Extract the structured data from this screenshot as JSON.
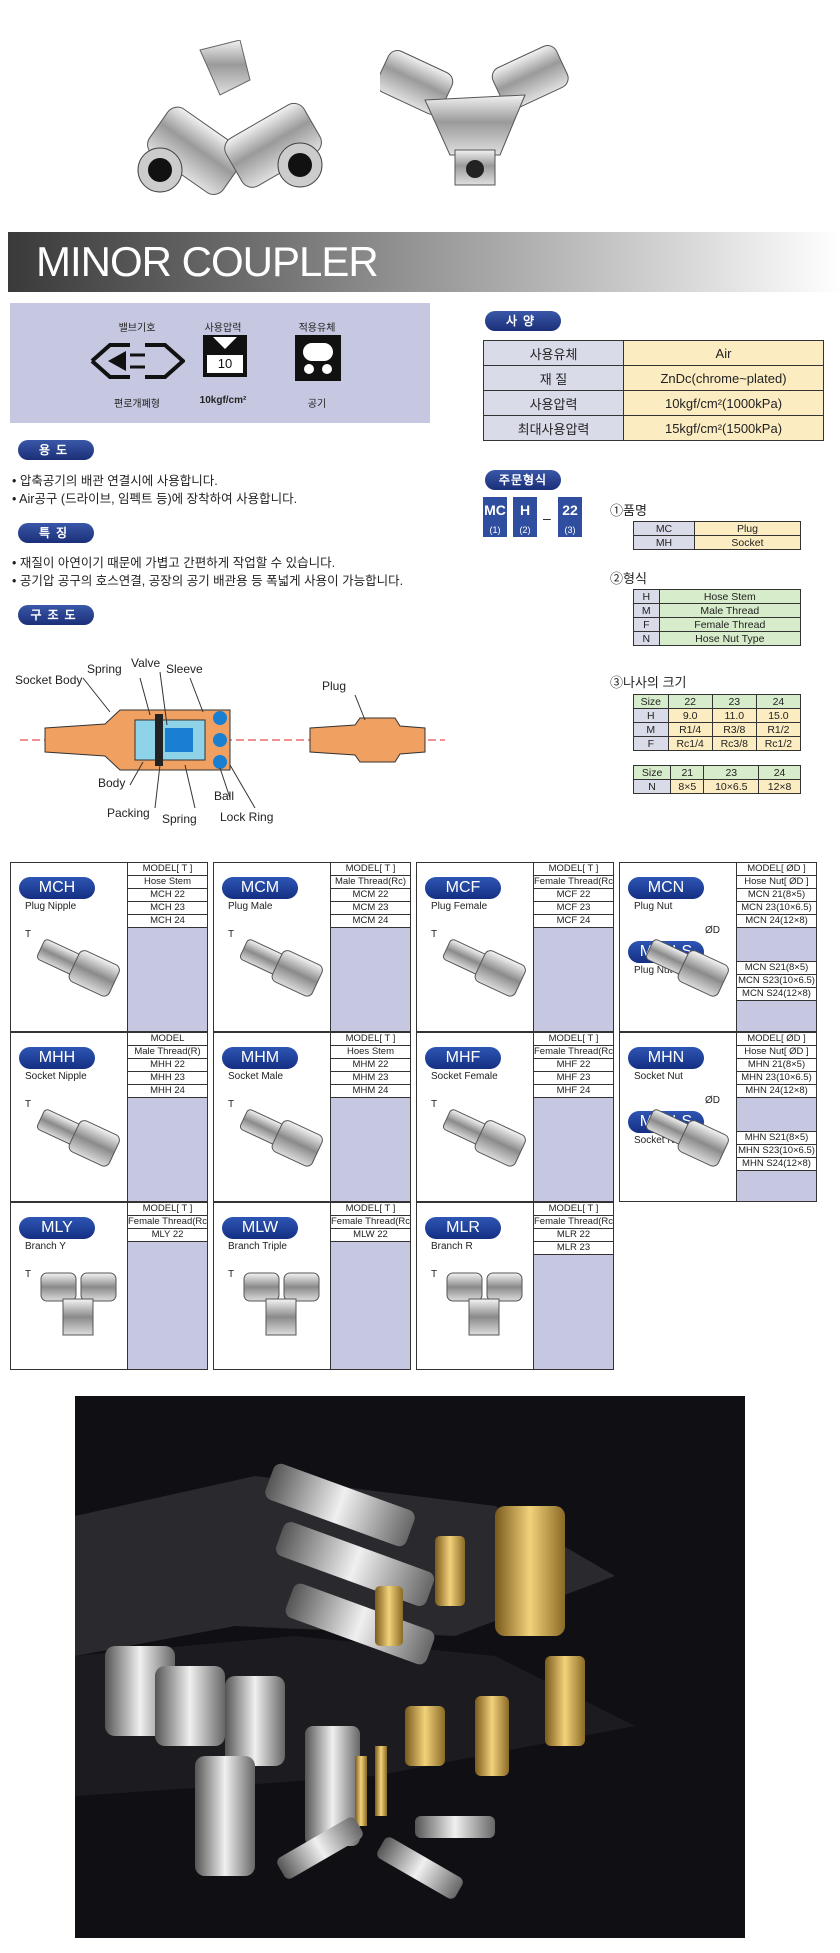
{
  "title": "MINOR COUPLER",
  "symbols": {
    "valve_label": "밸브기호",
    "valve_sub": "편로개폐형",
    "pressure_label": "사용압력",
    "pressure_value": "10",
    "pressure_sub": "10kgf/cm²",
    "fluid_label": "적용유체",
    "fluid_sub": "공기"
  },
  "usage": {
    "heading": "용도",
    "items": [
      "• 압축공기의 배관 연결시에 사용합니다.",
      "• Air공구 (드라이브, 임펙트 등)에 장착하여 사용합니다."
    ]
  },
  "features": {
    "heading": "특징",
    "items": [
      "• 재질이 아연이기 때문에 가볍고 간편하게 작업할 수 있습니다.",
      "• 공기압 공구의 호스연결, 공장의 공기 배관용 등 폭넓게 사용이 가능합니다."
    ]
  },
  "structure": {
    "heading": "구조도",
    "labels": {
      "socket_body": "Socket Body",
      "spring_top": "Spring",
      "valve": "Valve",
      "sleeve": "Sleeve",
      "plug": "Plug",
      "body": "Body",
      "packing": "Packing",
      "spring_bottom": "Spring",
      "ball": "Ball",
      "lock_ring": "Lock Ring"
    }
  },
  "spec": {
    "heading": "사양",
    "rows": [
      {
        "key": "사용유체",
        "value": "Air"
      },
      {
        "key": "재 질",
        "value": "ZnDc(chrome~plated)"
      },
      {
        "key": "사용압력",
        "value": "10kgf/cm²(1000kPa)"
      },
      {
        "key": "최대사용압력",
        "value": "15kgf/cm²(1500kPa)"
      }
    ]
  },
  "order": {
    "heading": "주문형식",
    "boxes": [
      {
        "code": "MC",
        "num": "(1)"
      },
      {
        "code": "H",
        "num": "(2)"
      },
      {
        "code": "22",
        "num": "(3)"
      }
    ],
    "dash": "–",
    "product": {
      "title": "①품명",
      "rows": [
        [
          "MC",
          "Plug"
        ],
        [
          "MH",
          "Socket"
        ]
      ]
    },
    "type": {
      "title": "②형식",
      "rows": [
        [
          "H",
          "Hose Stem"
        ],
        [
          "M",
          "Male Thread"
        ],
        [
          "F",
          "Female Thread"
        ],
        [
          "N",
          "Hose Nut Type"
        ]
      ]
    },
    "size": {
      "title": "③나사의 크기",
      "table1": [
        [
          "Size",
          "22",
          "23",
          "24"
        ],
        [
          "H",
          "9.0",
          "11.0",
          "15.0"
        ],
        [
          "M",
          "R1/4",
          "R3/8",
          "R1/2"
        ],
        [
          "F",
          "Rc1/4",
          "Rc3/8",
          "Rc1/2"
        ]
      ],
      "table2": [
        [
          "Size",
          "21",
          "23",
          "24"
        ],
        [
          "N",
          "8×5",
          "10×6.5",
          "12×8"
        ]
      ]
    }
  },
  "cards": [
    {
      "code": "MCH",
      "sub": "Plug Nipple",
      "rows": [
        "MODEL[ T ]",
        "Hose Stem",
        "MCH 22",
        "MCH 23",
        "MCH 24"
      ],
      "mark": "T"
    },
    {
      "code": "MCM",
      "sub": "Plug Male",
      "rows": [
        "MODEL[ T ]",
        "Male Thread(Rc)",
        "MCM 22",
        "MCM 23",
        "MCM 24"
      ],
      "mark": "T"
    },
    {
      "code": "MCF",
      "sub": "Plug Female",
      "rows": [
        "MODEL[ T ]",
        "Female Thread(Rc)",
        "MCF 22",
        "MCF 23",
        "MCF 24"
      ],
      "mark": "T"
    },
    {
      "code": "MCN",
      "sub": "Plug Nut",
      "code2": "MCN-S",
      "sub2": "Plug Nut Spring",
      "rows": [
        "MODEL[ ØD ]",
        "Hose Nut[ ØD ]",
        "MCN 21(8×5)",
        "MCN 23(10×6.5)",
        "MCN 24(12×8)"
      ],
      "rows2": [
        "MCN S21(8×5)",
        "MCN S23(10×6.5)",
        "MCN S24(12×8)"
      ],
      "mark": "ØD"
    },
    {
      "code": "MHH",
      "sub": "Socket Nipple",
      "rows": [
        "MODEL",
        "Male Thread(R)",
        "MHH 22",
        "MHH 23",
        "MHH 24"
      ],
      "mark": "T"
    },
    {
      "code": "MHM",
      "sub": "Socket Male",
      "rows": [
        "MODEL[ T ]",
        "Hoes Stem",
        "MHM 22",
        "MHM 23",
        "MHM 24"
      ],
      "mark": "T"
    },
    {
      "code": "MHF",
      "sub": "Socket Female",
      "rows": [
        "MODEL[ T ]",
        "Female Thread(Rc)",
        "MHF 22",
        "MHF 23",
        "MHF 24"
      ],
      "mark": "T"
    },
    {
      "code": "MHN",
      "sub": "Socket Nut",
      "code2": "MHN-S",
      "sub2": "Socket Nut Spring",
      "rows": [
        "MODEL[ ØD ]",
        "Hose Nut[ ØD ]",
        "MHN 21(8×5)",
        "MHN 23(10×6.5)",
        "MHN 24(12×8)"
      ],
      "rows2": [
        "MHN S21(8×5)",
        "MHN S23(10×6.5)",
        "MHN S24(12×8)"
      ],
      "mark": "ØD"
    },
    {
      "code": "MLY",
      "sub": "Branch Y",
      "rows": [
        "MODEL[ T ]",
        "Female Thread(Rc)",
        "MLY 22"
      ],
      "mark": "T"
    },
    {
      "code": "MLW",
      "sub": "Branch Triple",
      "rows": [
        "MODEL[ T ]",
        "Female Thread(Rc)",
        "MLW 22"
      ],
      "mark": "T"
    },
    {
      "code": "MLR",
      "sub": "Branch R",
      "rows": [
        "MODEL[ T ]",
        "Female Thread(Rc)",
        "MLR 22",
        "MLR 23"
      ],
      "mark": "T"
    }
  ],
  "colors": {
    "accent": "#1f3a8a",
    "panel": "#c5c8e0",
    "cream": "#fbecc2",
    "green": "#d7eccb"
  }
}
